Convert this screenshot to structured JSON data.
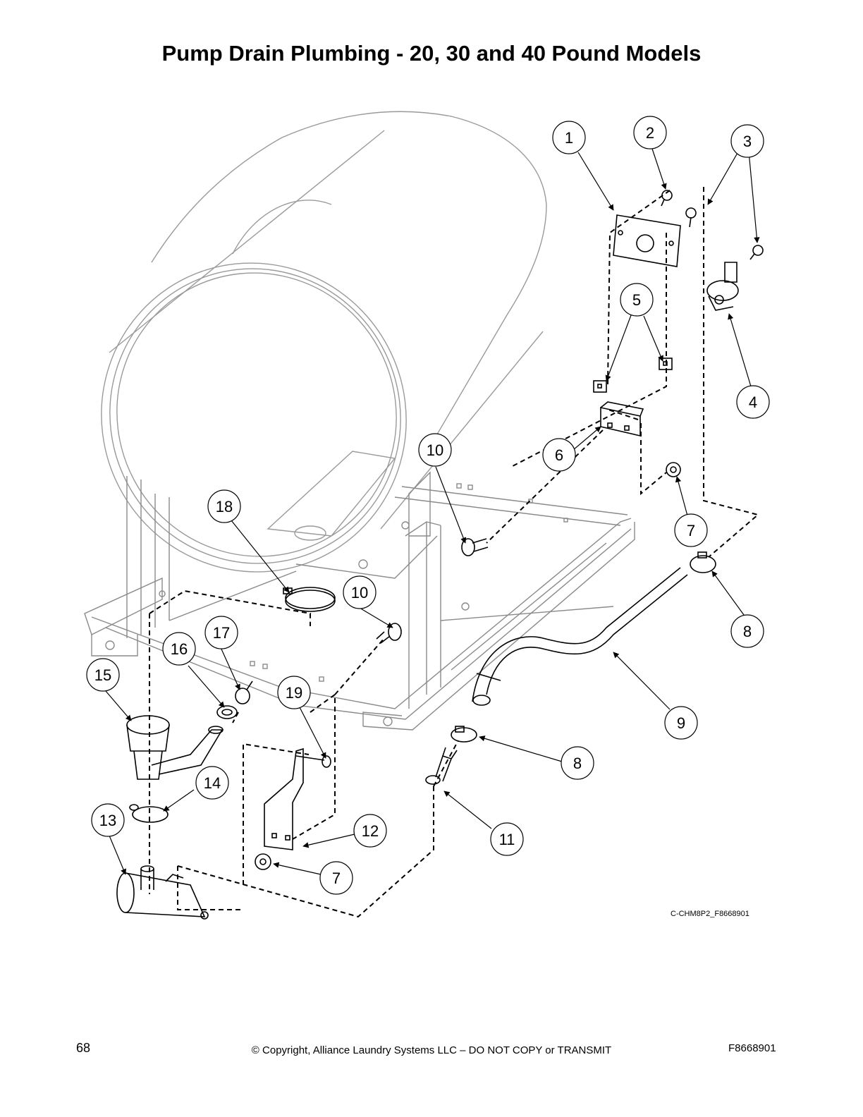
{
  "title": "Pump Drain Plumbing - 20, 30 and 40 Pound Models",
  "drawing_code": "C-CHM8P2_F8668901",
  "footer": {
    "page_number": "68",
    "copyright": "© Copyright, Alliance Laundry Systems LLC – DO NOT COPY or TRANSMIT",
    "doc_number": "F8668901"
  },
  "callouts": [
    {
      "label": "1"
    },
    {
      "label": "2"
    },
    {
      "label": "3"
    },
    {
      "label": "4"
    },
    {
      "label": "5"
    },
    {
      "label": "6"
    },
    {
      "label": "10"
    },
    {
      "label": "7"
    },
    {
      "label": "18"
    },
    {
      "label": "10"
    },
    {
      "label": "8"
    },
    {
      "label": "17"
    },
    {
      "label": "16"
    },
    {
      "label": "15"
    },
    {
      "label": "19"
    },
    {
      "label": "9"
    },
    {
      "label": "8"
    },
    {
      "label": "14"
    },
    {
      "label": "13"
    },
    {
      "label": "12"
    },
    {
      "label": "11"
    },
    {
      "label": "7"
    }
  ]
}
